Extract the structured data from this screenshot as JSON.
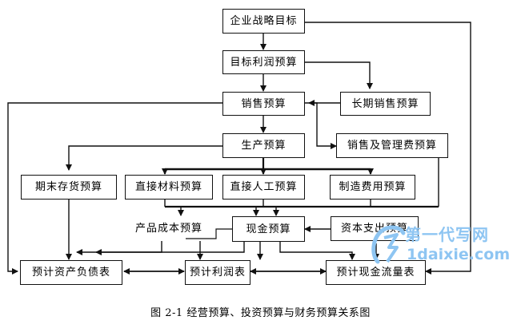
{
  "nodes": {
    "strategy": "企业战略目标",
    "target_profit": "目标利润预算",
    "sales": "销售预算",
    "long_term_sales": "长期销售预算",
    "production": "生产预算",
    "sales_admin_expense": "销售及管理费预算",
    "ending_inventory": "期末存货预算",
    "direct_material": "直接材料预算",
    "direct_labor": "直接人工预算",
    "manufacturing_overhead": "制造费用预算",
    "product_cost": "产品成本预算",
    "cash": "现金预算",
    "capital_expenditure": "资本支出预算",
    "balance_sheet": "预计资产负债表",
    "income_statement": "预计利润表",
    "cash_flow_statement": "预计现金流量表"
  },
  "watermark": {
    "text_main": "第一代写网",
    "text_sub": "1daixie.com"
  },
  "caption": "图 2-1  经营预算、投资预算与财务预算关系图",
  "colors": {
    "line": "#111111",
    "watermark": "#8ec5f2"
  }
}
